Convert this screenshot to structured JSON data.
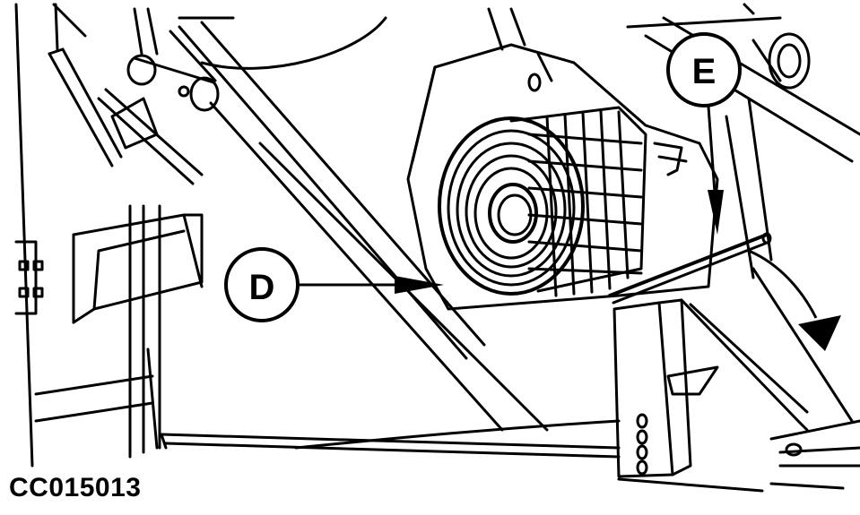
{
  "diagram": {
    "figure_code": "CC015013",
    "callouts": [
      {
        "id": "D",
        "label": "D"
      },
      {
        "id": "E",
        "label": "E"
      }
    ],
    "colors": {
      "line": "#000000",
      "background": "#ffffff"
    }
  }
}
